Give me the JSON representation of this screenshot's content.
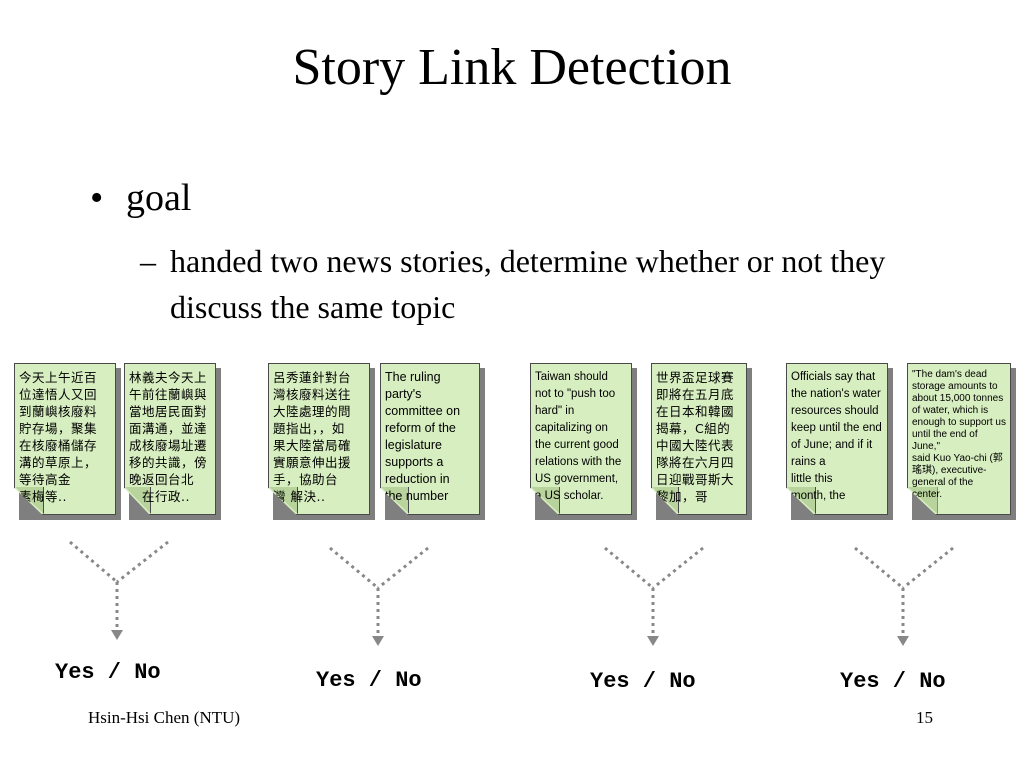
{
  "slide": {
    "title": "Story Link Detection",
    "bullet": "goal",
    "sub_dash": "–",
    "sub_text": "handed two news stories, determine whether or not they discuss the same topic"
  },
  "pairs": [
    {
      "left_doc": {
        "lang": "zh",
        "text": "今天上午近百\n位達悟人又回\n到蘭嶼核廢料\n貯存場，聚集\n在核廢桶儲存\n溝的草原上，\n        等待高金\n        素梅等.."
      },
      "right_doc": {
        "lang": "zh",
        "text": "林義夫今天上\n午前往蘭嶼與\n當地居民面對\n面溝通，並達\n成核廢場址遷\n移的共識，傍\n    晚返回台北\n    ，在行政.."
      },
      "answer": "Yes / No"
    },
    {
      "left_doc": {
        "lang": "zh",
        "text": "呂秀蓮針對台\n灣核廢料送往\n大陸處理的問\n題指出，，如\n果大陸當局確\n實願意伸出援\n      手，協助台\n      灣 解決.."
      },
      "right_doc": {
        "lang": "en",
        "text": "The ruling\nparty's\ncommittee on\nreform of the\nlegislature\nsupports a\n      reduction in\n      the number"
      },
      "answer": "Yes / No"
    },
    {
      "left_doc": {
        "lang": "en",
        "text": "Taiwan should\nnot to \"push too\nhard\" in\ncapitalizing on\nthe current good\nrelations with the\nUS government,\n      a US scholar."
      },
      "right_doc": {
        "lang": "zh",
        "text": "世界盃足球賽\n即將在五月底\n在日本和韓國\n揭幕，C組的\n中國大陸代表\n隊將在六月四\n日迎戰哥斯大\n      黎加，哥"
      },
      "answer": "Yes / No"
    },
    {
      "left_doc": {
        "lang": "en",
        "text": "Officials say that\nthe nation's water\nresources should\nkeep until the end\nof June; and if it\nrains a\n        little this\n        month, the"
      },
      "right_doc": {
        "lang": "en-sm",
        "text": "\"The dam's dead\nstorage amounts to\nabout 15,000 tonnes\nof water, which is\nenough to support us\nuntil the end of June,\"\nsaid Kuo Yao-chi (郭\n瑤琪), executive-\n        general of the\n        center."
      },
      "answer": "Yes / No"
    }
  ],
  "footer": {
    "author": "Hsin-Hsi Chen (NTU)",
    "page": "15"
  },
  "colors": {
    "doc_fill": "#d7eec0",
    "doc_fold": "#b8d49c",
    "shadow": "#7f7f7f",
    "arrow": "#888888"
  }
}
